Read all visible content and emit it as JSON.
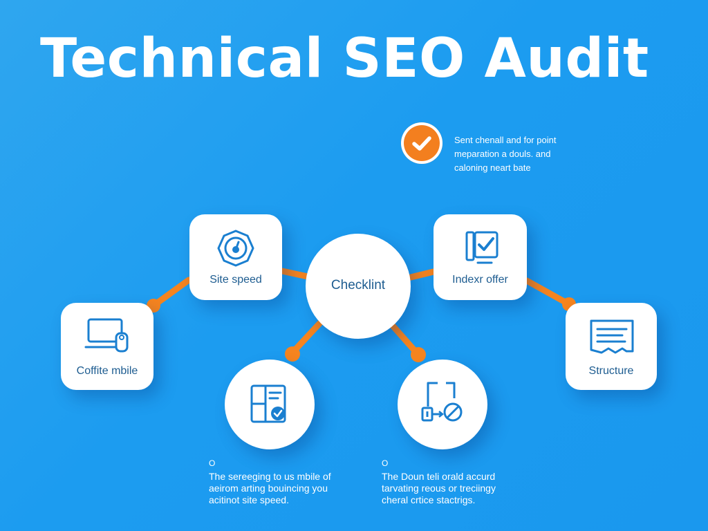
{
  "title": "Technical SEO Audit",
  "callout": {
    "icon": "checkmark-icon",
    "lines": [
      "Sent chenall and for point",
      "meparation a douls. and",
      "caloning neart bate"
    ]
  },
  "hub": {
    "label": "Checklint"
  },
  "nodes": {
    "site_speed": {
      "label": "Site speed",
      "icon": "speedometer-icon"
    },
    "index_offer": {
      "label": "Indexr offer",
      "icon": "checkbox-monitor-icon"
    },
    "mobile": {
      "label": "Coffite mbile",
      "icon": "laptop-mobile-icon"
    },
    "structure": {
      "label": "Structure",
      "icon": "document-list-icon"
    },
    "bottom_left": {
      "icon": "checklist-icon"
    },
    "bottom_right": {
      "icon": "redirect-path-icon"
    }
  },
  "notes": [
    {
      "marker": "O",
      "lines": [
        "The sereeging to us mbile of",
        "aeirom arting bouincing you",
        "acitinot site speed."
      ]
    },
    {
      "marker": "O",
      "lines": [
        "The Doun teli orald accurd",
        "tarvating reous or treciingy",
        "cheral crtice stactrigs."
      ]
    }
  ],
  "colors": {
    "background": "#1c9cf0",
    "accent": "#f37f1f",
    "node_ink": "#1d5c90",
    "icon_stroke": "#1a7fd0",
    "card": "#ffffff"
  }
}
